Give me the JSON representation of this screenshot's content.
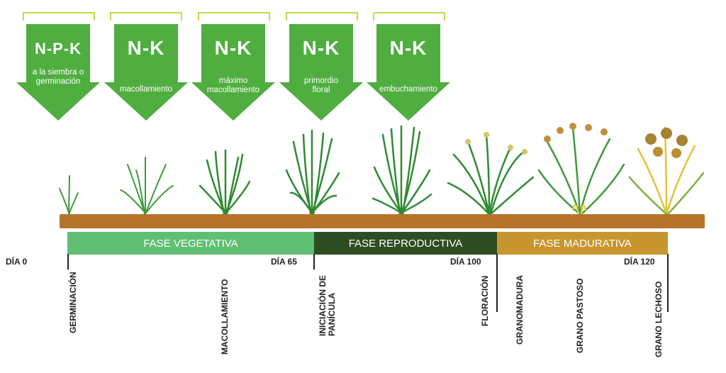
{
  "fertilizer_stages": [
    {
      "formula": "N-P-K",
      "label": "a la siembra o germinación"
    },
    {
      "formula": "N-K",
      "label": "macollamiento"
    },
    {
      "formula": "N-K",
      "label": "máximo macollamiento"
    },
    {
      "formula": "N-K",
      "label": "primordio floral"
    },
    {
      "formula": "N-K",
      "label": "embuchamiento"
    }
  ],
  "phases": [
    {
      "label": "FASE VEGETATIVA",
      "color": "#5fbf73"
    },
    {
      "label": "FASE REPRODUCTIVA",
      "color": "#2f4d23"
    },
    {
      "label": "FASE MADURATIVA",
      "color": "#c8962e"
    }
  ],
  "days": [
    "DÍA 0",
    "DÍA 65",
    "DÍA 100",
    "DÍA 120"
  ],
  "growth_stages": [
    "GERMINACIÓN",
    "MACOLLAMIENTO",
    "INICIACIÓN DE PANÍCULA",
    "FLORACIÓN",
    "GRANOMADURA",
    "GRANO PASTOSO",
    "GRANO LECHOSO"
  ],
  "colors": {
    "arrow_green": "#4fae3f",
    "bracket": "#c8d84a",
    "soil": "#b5742a"
  }
}
